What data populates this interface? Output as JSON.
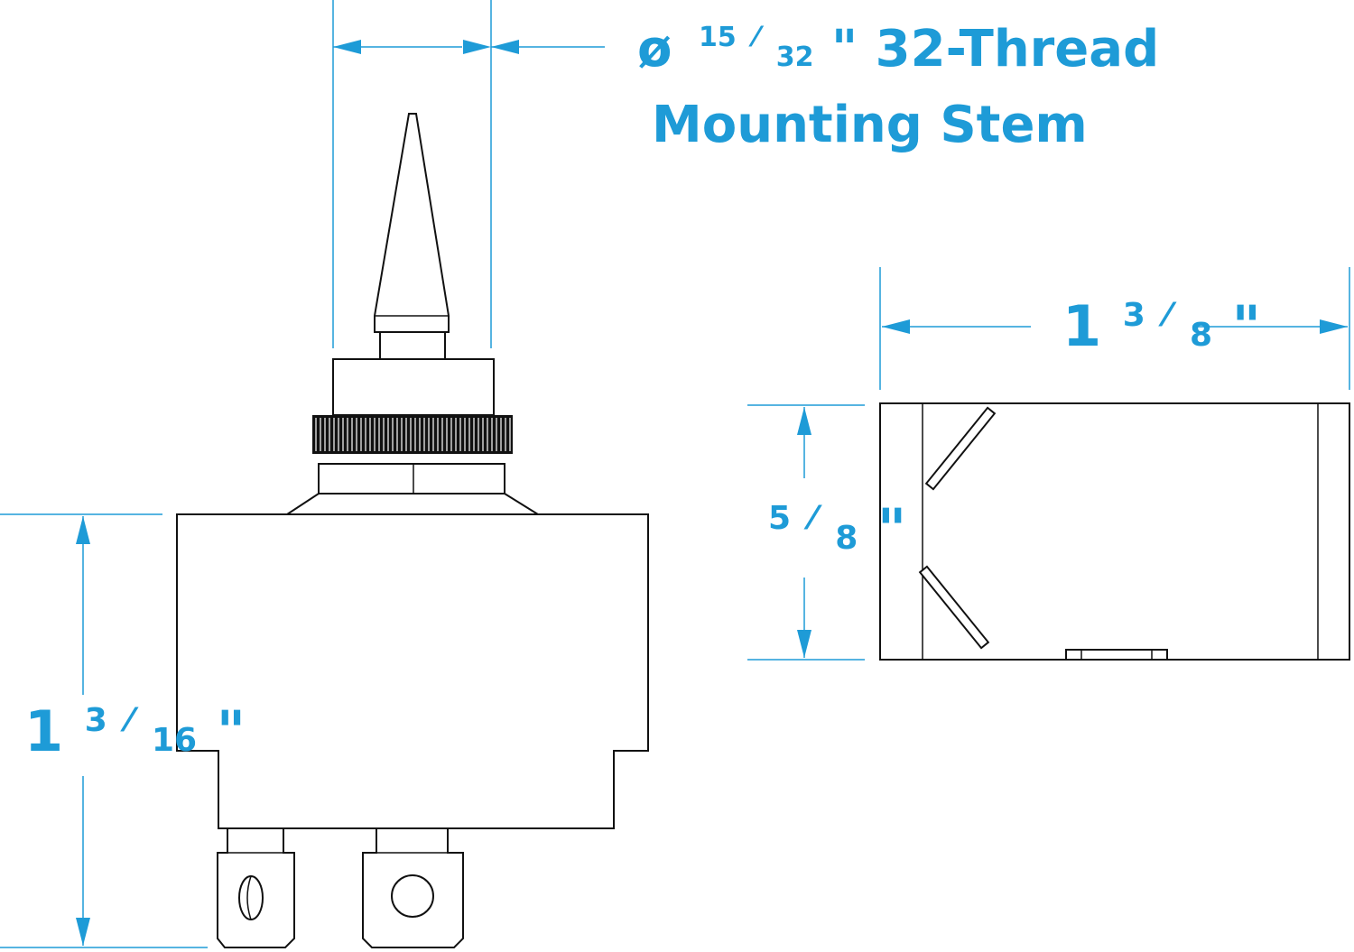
{
  "colors": {
    "dimension": "#1e9bd7",
    "outline": "#111111",
    "background": "#ffffff"
  },
  "labels": {
    "stem_diameter_prefix": "ø",
    "stem_diameter_fraction_num": "15",
    "stem_diameter_fraction_den": "32",
    "stem_diameter_suffix": "\" 32-Thread",
    "stem_caption": "Mounting Stem",
    "width_whole": "1",
    "width_num": "3",
    "width_den": "8",
    "width_unit": "\"",
    "depth_num": "5",
    "depth_den": "8",
    "depth_unit": "\"",
    "height_whole": "1",
    "height_num": "3",
    "height_den": "16",
    "height_unit": "\""
  }
}
